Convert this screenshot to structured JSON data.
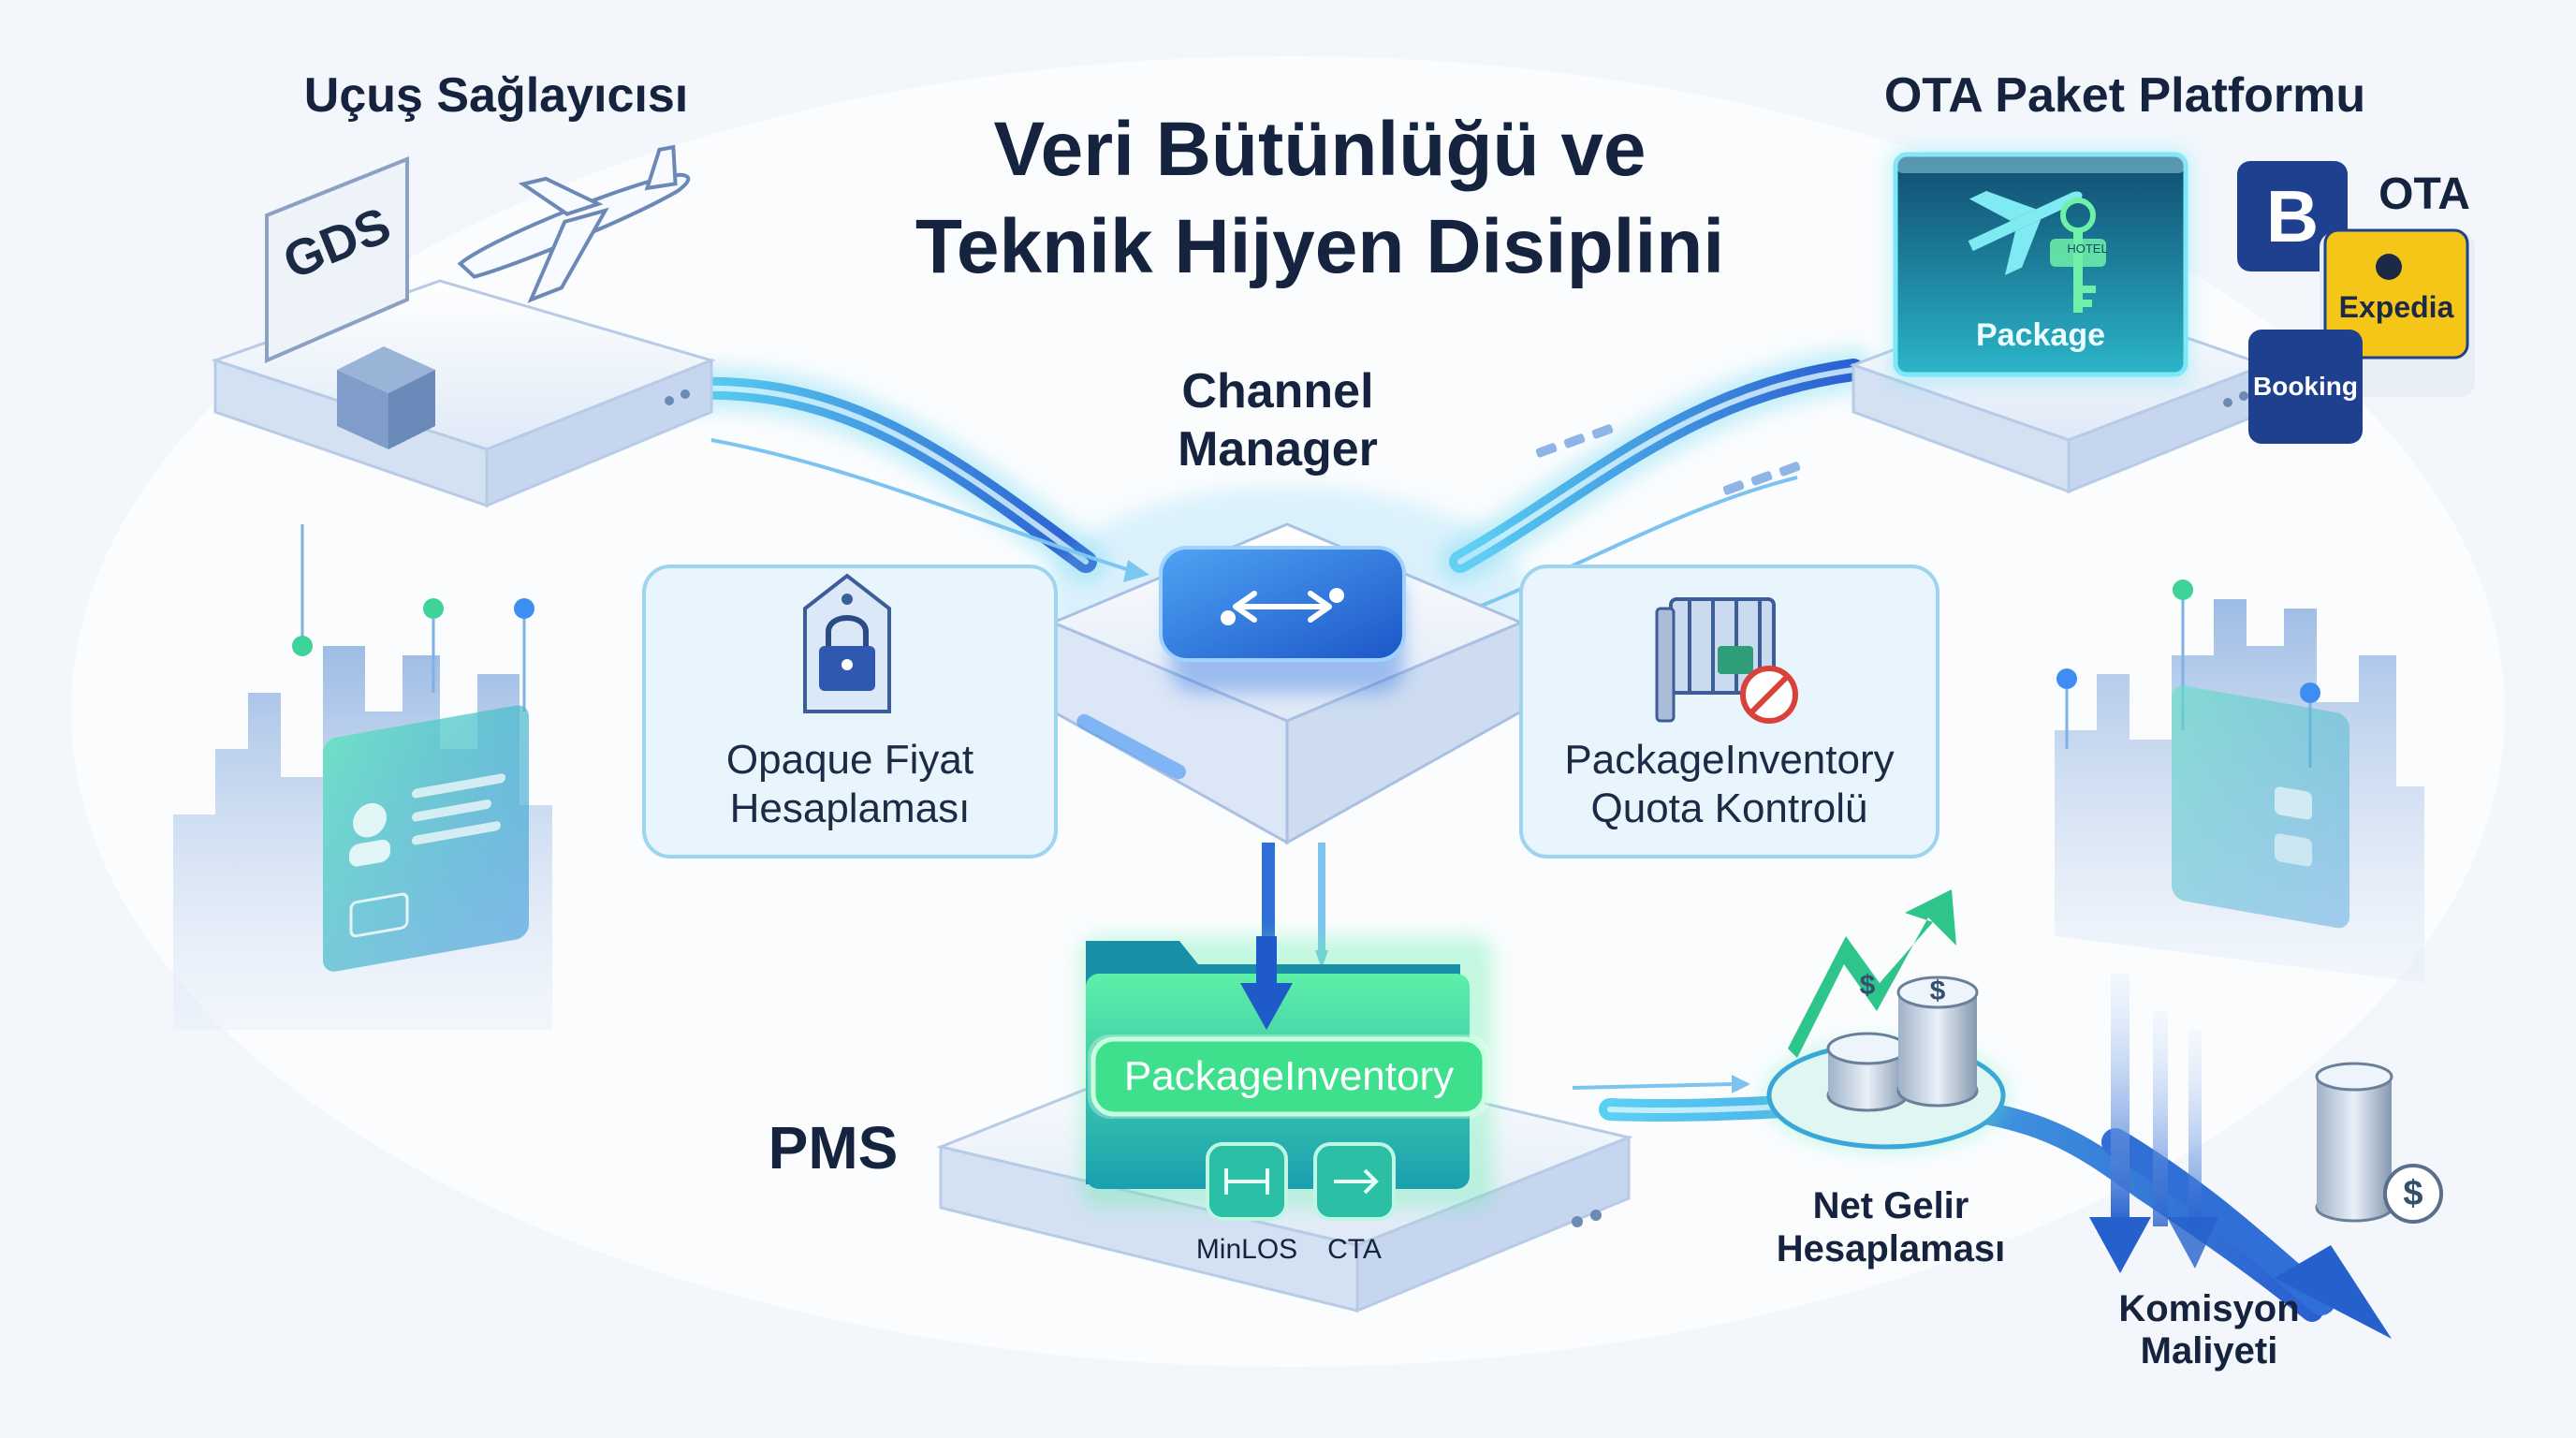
{
  "title": {
    "line1": "Veri Bütünlüğü ve",
    "line2": "Teknik Hijyen Disiplini"
  },
  "nodes": {
    "flight_provider": {
      "label": "Uçuş Sağlayıcısı",
      "screen_text": "GDS"
    },
    "ota_platform": {
      "label": "OTA Paket Platformu",
      "screen_text": "Package",
      "tag_text": "HOTEL"
    },
    "channel_manager": {
      "label_line1": "Channel",
      "label_line2": "Manager"
    },
    "pms": {
      "label": "PMS",
      "folder_label": "PackageInventory",
      "icon1_label": "MinLOS",
      "icon2_label": "CTA"
    }
  },
  "info_boxes": {
    "opaque_pricing": {
      "line1": "Opaque Fiyat",
      "line2": "Hesaplaması"
    },
    "quota_control": {
      "line1": "PackageInventory",
      "line2": "Quota Kontrolü"
    }
  },
  "ota_brands": {
    "b_logo": "B",
    "ota_text": "OTA",
    "expedia": "Expedia",
    "booking": "Booking"
  },
  "revenue": {
    "net_line1": "Net Gelir",
    "net_line2": "Hesaplaması",
    "commission_line1": "Komisyon",
    "commission_line2": "Maliyeti",
    "currency_symbol": "$"
  },
  "colors": {
    "pipe_blue": "#2f6fd6",
    "pipe_glow": "#5fd4f0",
    "accent_green": "#2fd08a",
    "brand_navy": "#1f3f8f",
    "expedia_yellow": "#f5c518"
  }
}
